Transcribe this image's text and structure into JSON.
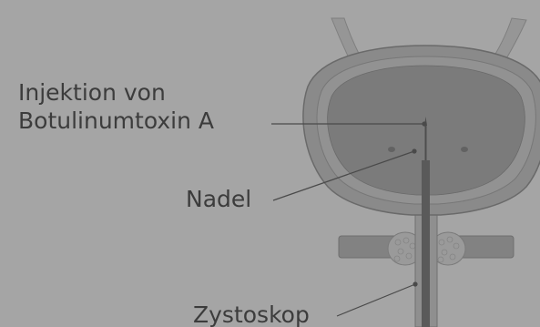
{
  "labels": {
    "injection_line1": "Injektion von",
    "injection_line2": "Botulinumtoxin A",
    "needle": "Nadel",
    "cystoscope": "Zystoskop"
  },
  "colors": {
    "background": "#a5a5a5",
    "bladder_fill": "#8c8c8c",
    "bladder_wall": "#7b7b7b",
    "outline": "#5e5e5e",
    "text": "#3c3c3c",
    "leader_line": "#4a4a4a",
    "instrument": "#555555",
    "pelvic_bar": "#828282",
    "prostate": "#9a9a9a"
  }
}
